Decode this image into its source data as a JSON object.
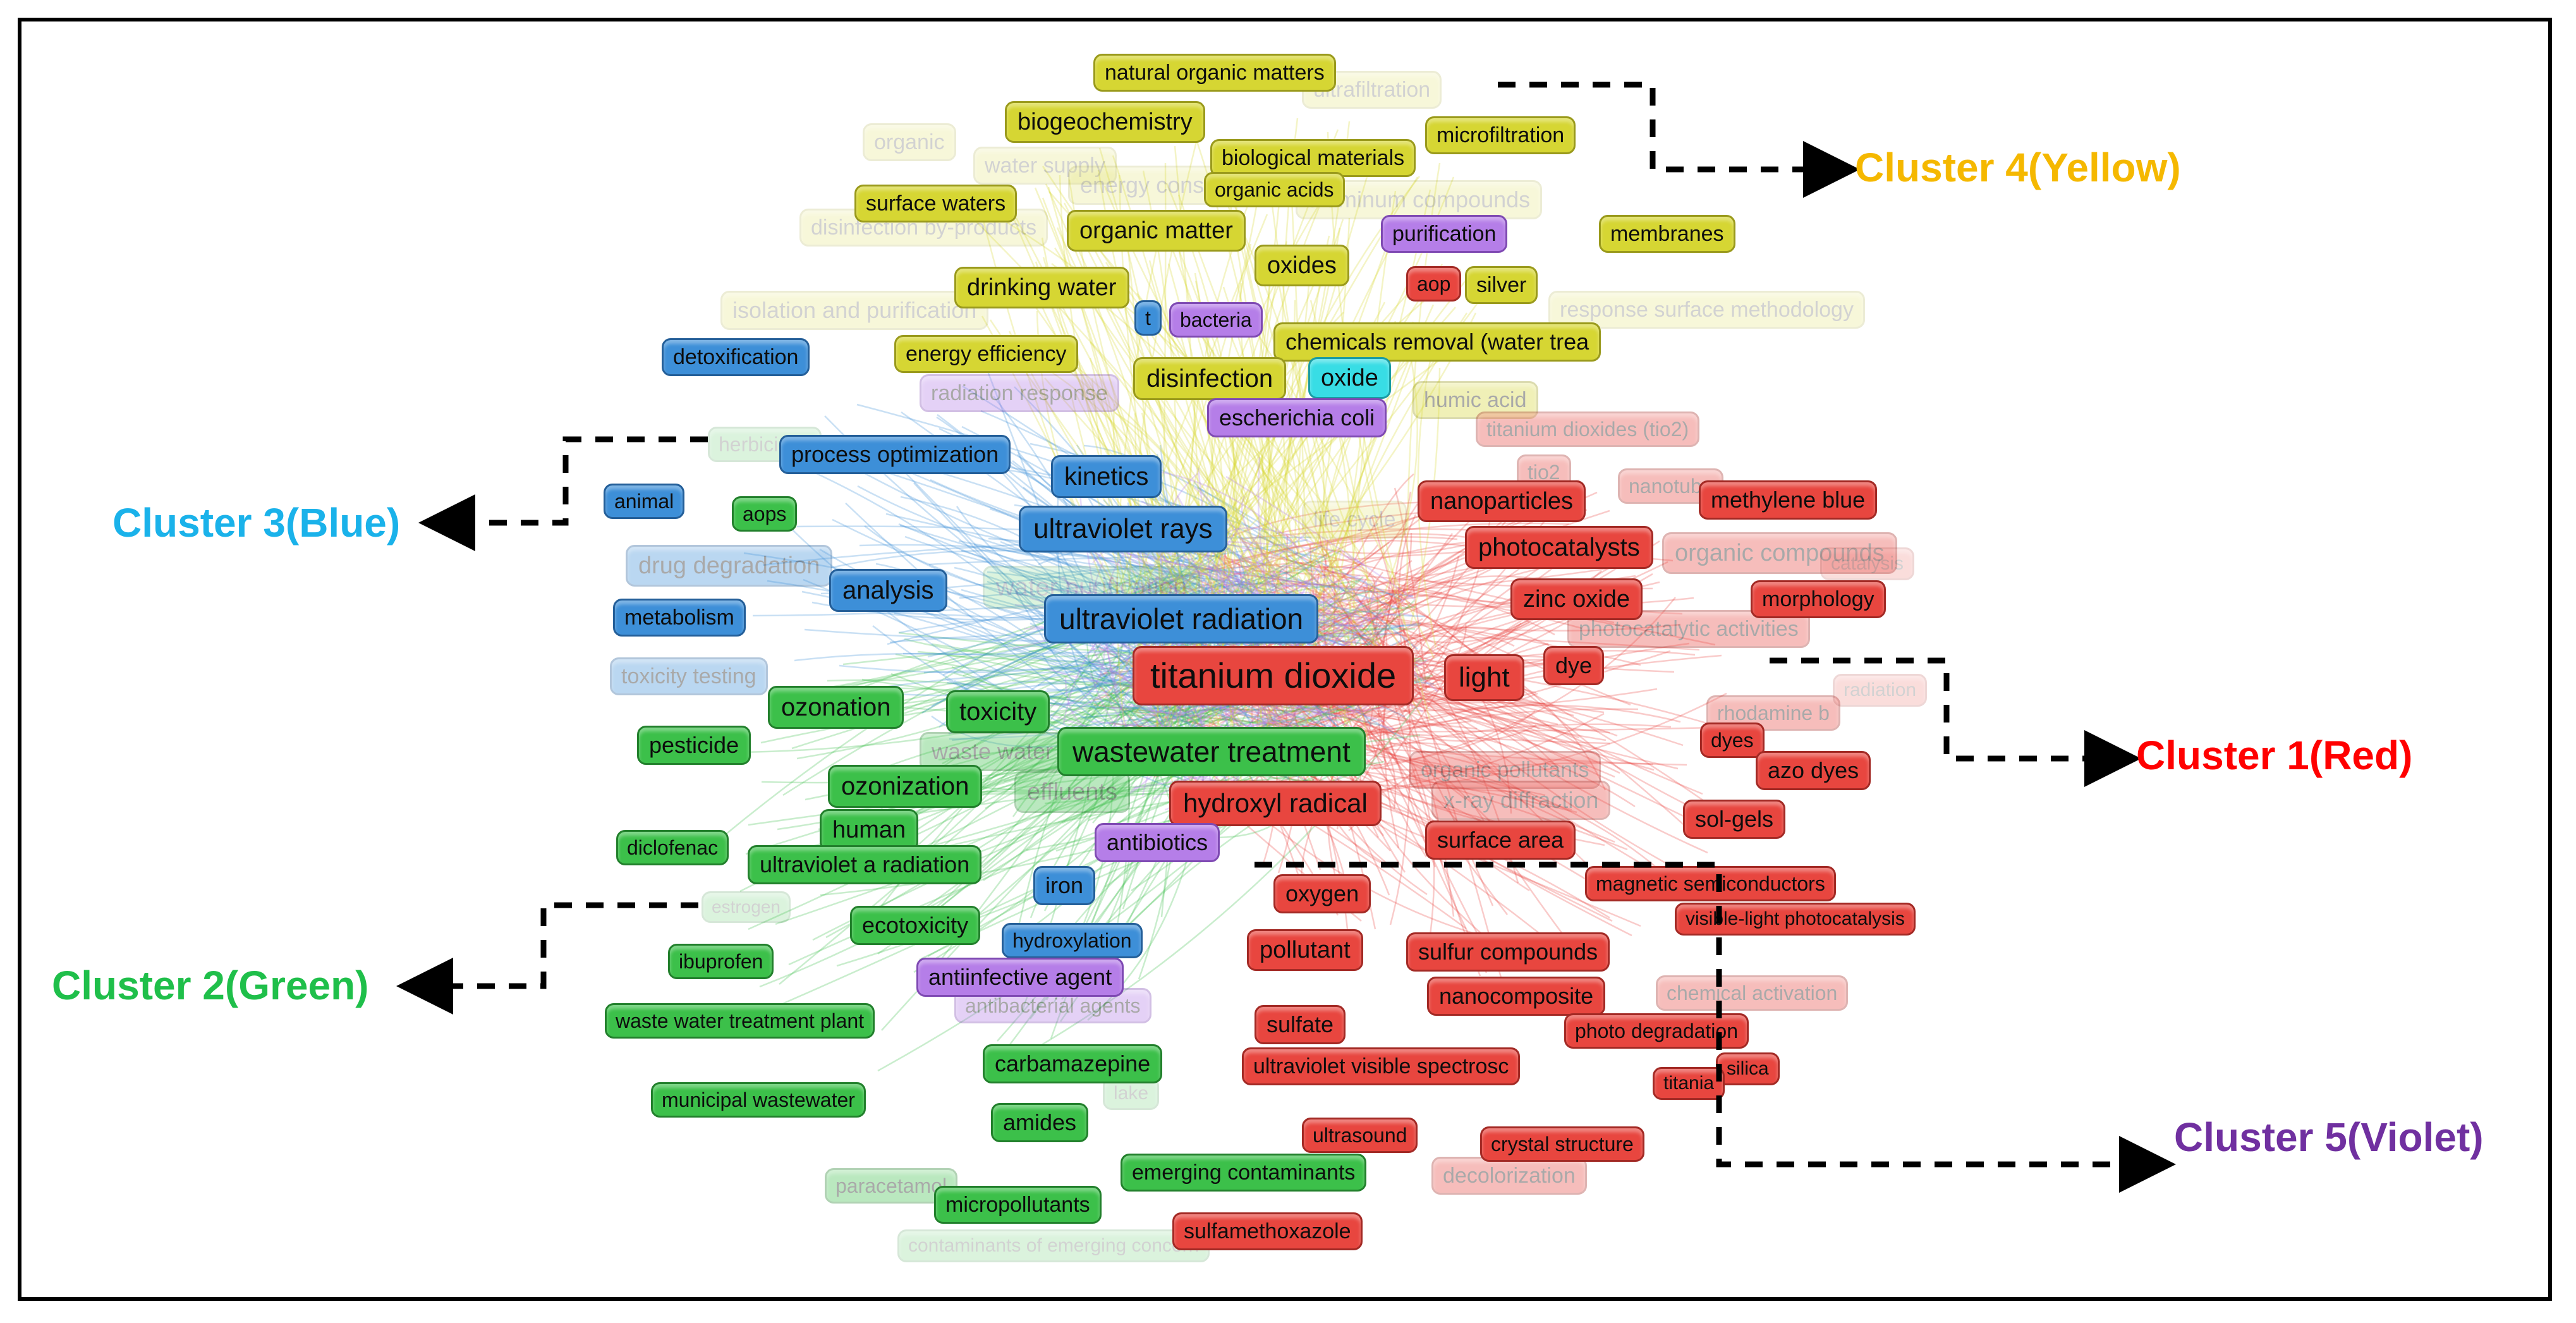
{
  "colors": {
    "red": "#e8463f",
    "green": "#3cc04a",
    "blue": "#3d8fd8",
    "yellow": "#d6d633",
    "violet": "#b57ee8",
    "cyan": "#38dde5",
    "label_yellow": "#f5b800",
    "label_red": "#ff0000",
    "label_blue": "#1ab2ea",
    "label_green": "#1fbf4a",
    "label_violet": "#7030a0"
  },
  "cluster_labels": {
    "yellow": "Cluster 4(Yellow)",
    "red": "Cluster 1(Red)",
    "blue": "Cluster 3(Blue)",
    "green": "Cluster 2(Green)",
    "violet": "Cluster 5(Violet)"
  },
  "nodes": [
    {
      "id": "n-faint-1",
      "label": "organic",
      "cluster": "yellow",
      "state": "faint"
    },
    {
      "id": "n-faint-2",
      "label": "water supply",
      "cluster": "yellow",
      "state": "faint"
    },
    {
      "id": "n-faint-3",
      "label": "energy consumption",
      "cluster": "yellow",
      "state": "faint"
    },
    {
      "id": "n-faint-4",
      "label": "aluminum compounds",
      "cluster": "yellow",
      "state": "faint"
    },
    {
      "id": "n-faint-5",
      "label": "disinfection by-products",
      "cluster": "yellow",
      "state": "faint"
    },
    {
      "id": "n-faint-6",
      "label": "isolation and purification",
      "cluster": "yellow",
      "state": "faint"
    },
    {
      "id": "n-faint-7",
      "label": "response surface methodology",
      "cluster": "yellow",
      "state": "faint"
    },
    {
      "id": "n-faint-8",
      "label": "ultrafiltration",
      "cluster": "yellow",
      "state": "faint"
    },
    {
      "id": "n-faint-9",
      "label": "radiation response",
      "cluster": "violet",
      "state": "faded"
    },
    {
      "id": "n-faint-10",
      "label": "humic acid",
      "cluster": "yellow",
      "state": "faded"
    },
    {
      "id": "n-faint-11",
      "label": "herbicides",
      "cluster": "green",
      "state": "faint"
    },
    {
      "id": "n-faint-12",
      "label": "titanium dioxides (tio2)",
      "cluster": "red",
      "state": "faded"
    },
    {
      "id": "n-faint-13",
      "label": "tio2",
      "cluster": "red",
      "state": "faded"
    },
    {
      "id": "n-faint-14",
      "label": "nanotube",
      "cluster": "red",
      "state": "faded"
    },
    {
      "id": "n-faint-15",
      "label": "life cycle",
      "cluster": "yellow",
      "state": "faint"
    },
    {
      "id": "n-faint-16",
      "label": "drug degradation",
      "cluster": "blue",
      "state": "faded"
    },
    {
      "id": "n-faint-17",
      "label": "water purification",
      "cluster": "green",
      "state": "faint"
    },
    {
      "id": "n-faint-18",
      "label": "organic compounds",
      "cluster": "red",
      "state": "faded"
    },
    {
      "id": "n-faint-19",
      "label": "catalysis",
      "cluster": "red",
      "state": "faint"
    },
    {
      "id": "n-faint-20",
      "label": "photocatalytic activities",
      "cluster": "red",
      "state": "faded"
    },
    {
      "id": "n-faint-21",
      "label": "toxicity testing",
      "cluster": "blue",
      "state": "faded"
    },
    {
      "id": "n-faint-22",
      "label": "rhodamine b",
      "cluster": "red",
      "state": "faded"
    },
    {
      "id": "n-faint-23",
      "label": "radiation",
      "cluster": "red",
      "state": "faint"
    },
    {
      "id": "n-faint-24",
      "label": "waste water",
      "cluster": "green",
      "state": "faded"
    },
    {
      "id": "n-faint-25",
      "label": "organic pollutants",
      "cluster": "red",
      "state": "faded"
    },
    {
      "id": "n-faint-26",
      "label": "effluents",
      "cluster": "green",
      "state": "faded"
    },
    {
      "id": "n-faint-27",
      "label": "x-ray diffraction",
      "cluster": "red",
      "state": "faded"
    },
    {
      "id": "n-faint-28",
      "label": "antibacterial agents",
      "cluster": "violet",
      "state": "faded"
    },
    {
      "id": "n-faint-29",
      "label": "chemical activation",
      "cluster": "red",
      "state": "faded"
    },
    {
      "id": "n-faint-30",
      "label": "decolorization",
      "cluster": "red",
      "state": "faded"
    },
    {
      "id": "n-faint-31",
      "label": "paracetamol",
      "cluster": "green",
      "state": "faded"
    },
    {
      "id": "n-faint-32",
      "label": "contaminants of emerging concern",
      "cluster": "green",
      "state": "faint"
    },
    {
      "id": "n-faint-33",
      "label": "lake",
      "cluster": "green",
      "state": "faint"
    },
    {
      "id": "n-faint-34",
      "label": "estrogen",
      "cluster": "green",
      "state": "faint"
    },
    {
      "id": "n-natural-organic-matters",
      "label": "natural organic matters",
      "cluster": "yellow"
    },
    {
      "id": "n-biogeochemistry",
      "label": "biogeochemistry",
      "cluster": "yellow"
    },
    {
      "id": "n-microfiltration",
      "label": "microfiltration",
      "cluster": "yellow"
    },
    {
      "id": "n-biological-materials",
      "label": "biological materials",
      "cluster": "yellow"
    },
    {
      "id": "n-organic-acids",
      "label": "organic acids",
      "cluster": "yellow"
    },
    {
      "id": "n-surface-waters",
      "label": "surface waters",
      "cluster": "yellow"
    },
    {
      "id": "n-organic-matter",
      "label": "organic matter",
      "cluster": "yellow"
    },
    {
      "id": "n-purification",
      "label": "purification",
      "cluster": "violet"
    },
    {
      "id": "n-membranes",
      "label": "membranes",
      "cluster": "yellow"
    },
    {
      "id": "n-oxides",
      "label": "oxides",
      "cluster": "yellow"
    },
    {
      "id": "n-drinking-water",
      "label": "drinking water",
      "cluster": "yellow"
    },
    {
      "id": "n-aop",
      "label": "aop",
      "cluster": "red"
    },
    {
      "id": "n-silver",
      "label": "silver",
      "cluster": "yellow"
    },
    {
      "id": "n-t",
      "label": "t",
      "cluster": "blue"
    },
    {
      "id": "n-bacteria",
      "label": "bacteria",
      "cluster": "violet"
    },
    {
      "id": "n-chemicals-removal",
      "label": "chemicals removal (water trea",
      "cluster": "yellow"
    },
    {
      "id": "n-detoxification",
      "label": "detoxification",
      "cluster": "blue"
    },
    {
      "id": "n-energy-efficiency",
      "label": "energy efficiency",
      "cluster": "yellow"
    },
    {
      "id": "n-oxide",
      "label": "oxide",
      "cluster": "cyan"
    },
    {
      "id": "n-disinfection",
      "label": "disinfection",
      "cluster": "yellow"
    },
    {
      "id": "n-escherichia-coli",
      "label": "escherichia coli",
      "cluster": "violet"
    },
    {
      "id": "n-process-optimization",
      "label": "process optimization",
      "cluster": "blue"
    },
    {
      "id": "n-kinetics",
      "label": "kinetics",
      "cluster": "blue"
    },
    {
      "id": "n-nanoparticles",
      "label": "nanoparticles",
      "cluster": "red"
    },
    {
      "id": "n-methylene-blue",
      "label": "methylene blue",
      "cluster": "red"
    },
    {
      "id": "n-animal",
      "label": "animal",
      "cluster": "blue"
    },
    {
      "id": "n-aops",
      "label": "aops",
      "cluster": "green"
    },
    {
      "id": "n-ultraviolet-rays",
      "label": "ultraviolet rays",
      "cluster": "blue"
    },
    {
      "id": "n-photocatalysts",
      "label": "photocatalysts",
      "cluster": "red"
    },
    {
      "id": "n-analysis",
      "label": "analysis",
      "cluster": "blue"
    },
    {
      "id": "n-zinc-oxide",
      "label": "zinc oxide",
      "cluster": "red"
    },
    {
      "id": "n-morphology",
      "label": "morphology",
      "cluster": "red"
    },
    {
      "id": "n-metabolism",
      "label": "metabolism",
      "cluster": "blue"
    },
    {
      "id": "n-ultraviolet-radiation",
      "label": "ultraviolet radiation",
      "cluster": "blue"
    },
    {
      "id": "n-light",
      "label": "light",
      "cluster": "red"
    },
    {
      "id": "n-dye",
      "label": "dye",
      "cluster": "red"
    },
    {
      "id": "n-titanium-dioxide",
      "label": "titanium dioxide",
      "cluster": "red"
    },
    {
      "id": "n-ozonation",
      "label": "ozonation",
      "cluster": "green"
    },
    {
      "id": "n-toxicity",
      "label": "toxicity",
      "cluster": "green"
    },
    {
      "id": "n-pesticide",
      "label": "pesticide",
      "cluster": "green"
    },
    {
      "id": "n-wastewater-treatment",
      "label": "wastewater treatment",
      "cluster": "green"
    },
    {
      "id": "n-dyes",
      "label": "dyes",
      "cluster": "red"
    },
    {
      "id": "n-azo-dyes",
      "label": "azo dyes",
      "cluster": "red"
    },
    {
      "id": "n-ozonization",
      "label": "ozonization",
      "cluster": "green"
    },
    {
      "id": "n-hydroxyl-radical",
      "label": "hydroxyl radical",
      "cluster": "red"
    },
    {
      "id": "n-human",
      "label": "human",
      "cluster": "green"
    },
    {
      "id": "n-sol-gels",
      "label": "sol-gels",
      "cluster": "red"
    },
    {
      "id": "n-antibiotics",
      "label": "antibiotics",
      "cluster": "violet"
    },
    {
      "id": "n-surface-area",
      "label": "surface area",
      "cluster": "red"
    },
    {
      "id": "n-diclofenac",
      "label": "diclofenac",
      "cluster": "green"
    },
    {
      "id": "n-ultraviolet-a-radiation",
      "label": "ultraviolet a radiation",
      "cluster": "green"
    },
    {
      "id": "n-iron",
      "label": "iron",
      "cluster": "blue"
    },
    {
      "id": "n-oxygen",
      "label": "oxygen",
      "cluster": "red"
    },
    {
      "id": "n-magnetic-semiconductors",
      "label": "magnetic semiconductors",
      "cluster": "red"
    },
    {
      "id": "n-visible-light-photocatalysis",
      "label": "visible-light photocatalysis",
      "cluster": "red"
    },
    {
      "id": "n-ecotoxicity",
      "label": "ecotoxicity",
      "cluster": "green"
    },
    {
      "id": "n-hydroxylation",
      "label": "hydroxylation",
      "cluster": "blue"
    },
    {
      "id": "n-pollutant",
      "label": "pollutant",
      "cluster": "red"
    },
    {
      "id": "n-sulfur-compounds",
      "label": "sulfur compounds",
      "cluster": "red"
    },
    {
      "id": "n-ibuprofen",
      "label": "ibuprofen",
      "cluster": "green"
    },
    {
      "id": "n-antiinfective-agent",
      "label": "antiinfective agent",
      "cluster": "violet"
    },
    {
      "id": "n-nanocomposite",
      "label": "nanocomposite",
      "cluster": "red"
    },
    {
      "id": "n-waste-water-treatment-plant",
      "label": "waste water treatment plant",
      "cluster": "green"
    },
    {
      "id": "n-sulfate",
      "label": "sulfate",
      "cluster": "red"
    },
    {
      "id": "n-photo-degradation",
      "label": "photo degradation",
      "cluster": "red"
    },
    {
      "id": "n-carbamazepine",
      "label": "carbamazepine",
      "cluster": "green"
    },
    {
      "id": "n-ultraviolet-visible-spectrosc",
      "label": "ultraviolet visible spectrosc",
      "cluster": "red"
    },
    {
      "id": "n-silica",
      "label": "silica",
      "cluster": "red"
    },
    {
      "id": "n-titania",
      "label": "titania",
      "cluster": "red"
    },
    {
      "id": "n-municipal-wastewater",
      "label": "municipal wastewater",
      "cluster": "green"
    },
    {
      "id": "n-amides",
      "label": "amides",
      "cluster": "green"
    },
    {
      "id": "n-ultrasound",
      "label": "ultrasound",
      "cluster": "red"
    },
    {
      "id": "n-crystal-structure",
      "label": "crystal structure",
      "cluster": "red"
    },
    {
      "id": "n-emerging-contaminants",
      "label": "emerging contaminants",
      "cluster": "green"
    },
    {
      "id": "n-micropollutants",
      "label": "micropollutants",
      "cluster": "green"
    },
    {
      "id": "n-sulfamethoxazole",
      "label": "sulfamethoxazole",
      "cluster": "red"
    }
  ]
}
